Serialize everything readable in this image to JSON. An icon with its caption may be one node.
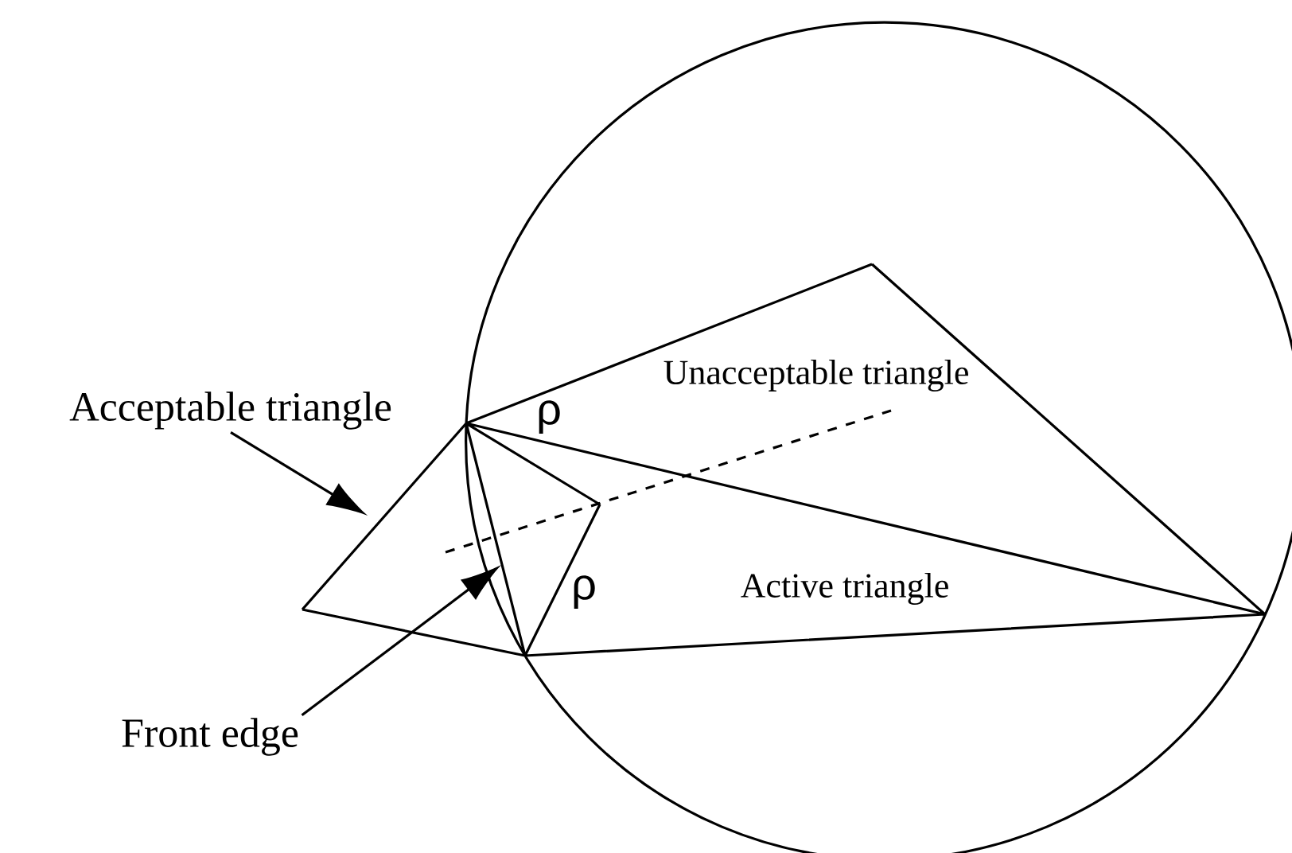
{
  "diagram": {
    "nodes": [
      {
        "text": [
          "Acceptable triangle"
        ]
      },
      {
        "text": [
          "Front edge"
        ]
      }
    ],
    "edges": [
      {
        "from": 0,
        "to": null,
        "arrow": "to"
      },
      {
        "from": 1,
        "to": null,
        "arrow": "to"
      }
    ],
    "labels": [
      "Unacceptable triangle",
      "ρ",
      "ρ",
      "Active triangle"
    ]
  }
}
